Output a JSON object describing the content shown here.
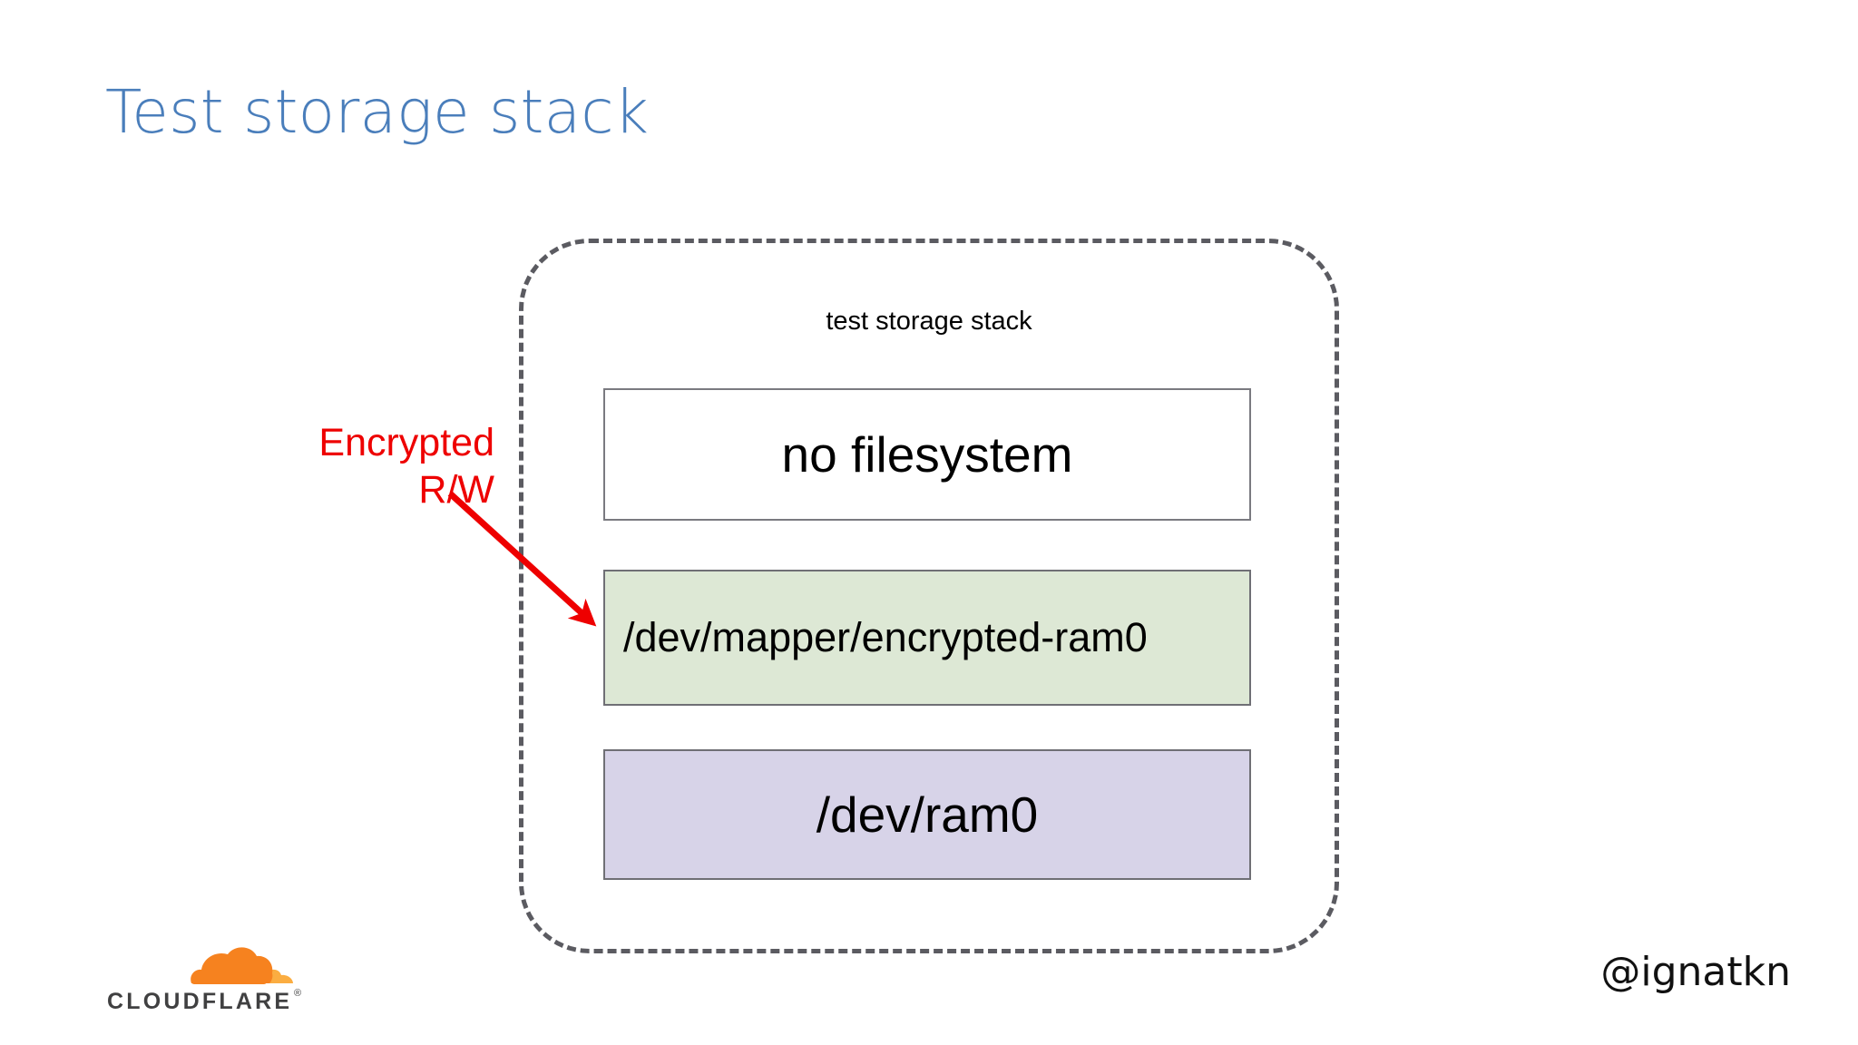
{
  "slide": {
    "title": "Test storage stack",
    "title_color": "#4a7ebb",
    "background_color": "#ffffff"
  },
  "diagram": {
    "container_label": "test storage stack",
    "container_border_color": "#5b5b61",
    "container_border_style": "dashed",
    "layers": [
      {
        "id": "filesystem",
        "label": "no filesystem",
        "fill": "#ffffff",
        "border": "#7a7a80",
        "align": "center"
      },
      {
        "id": "encrypted",
        "label": "/dev/mapper/encrypted-ram0",
        "fill": "#dde8d5",
        "border": "#6f6f75",
        "align": "left"
      },
      {
        "id": "ram",
        "label": "/dev/ram0",
        "fill": "#d7d3e8",
        "border": "#6f6f75",
        "align": "center"
      }
    ]
  },
  "annotation": {
    "line1": "Encrypted",
    "line2": "R/W",
    "color": "#ee0000",
    "points_to": "encrypted"
  },
  "footer": {
    "logo_text": "CLOUDFLARE",
    "logo_trademark": "®",
    "logo_cloud_color": "#f6821f",
    "logo_text_color": "#404041",
    "handle": "@ignatkn"
  }
}
